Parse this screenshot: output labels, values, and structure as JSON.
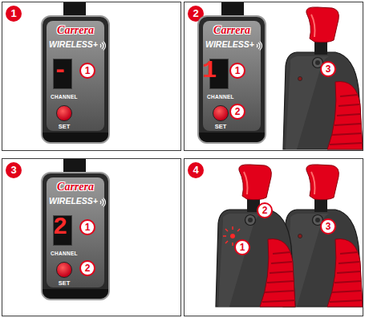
{
  "diagram": {
    "nodes": [
      {
        "text": [
          "1"
        ]
      },
      {
        "text": [
          "Carrera",
          "WIRELESS+",
          "CHANNEL",
          "SET"
        ],
        "in": 0
      },
      {
        "text": [
          "2"
        ]
      },
      {
        "text": [
          "Carrera",
          "WIRELESS+",
          "CHANNEL",
          "SET"
        ],
        "in": 2
      },
      {
        "text": [
          "3"
        ]
      },
      {
        "text": [
          "Carrera",
          "WIRELESS+",
          "CHANNEL",
          "SET"
        ],
        "in": 4
      },
      {
        "text": [
          "4"
        ]
      }
    ],
    "labels": [
      "-",
      "1",
      "1",
      "1",
      "2",
      "3",
      "2",
      "1",
      "2",
      "3",
      "1",
      "2"
    ]
  }
}
